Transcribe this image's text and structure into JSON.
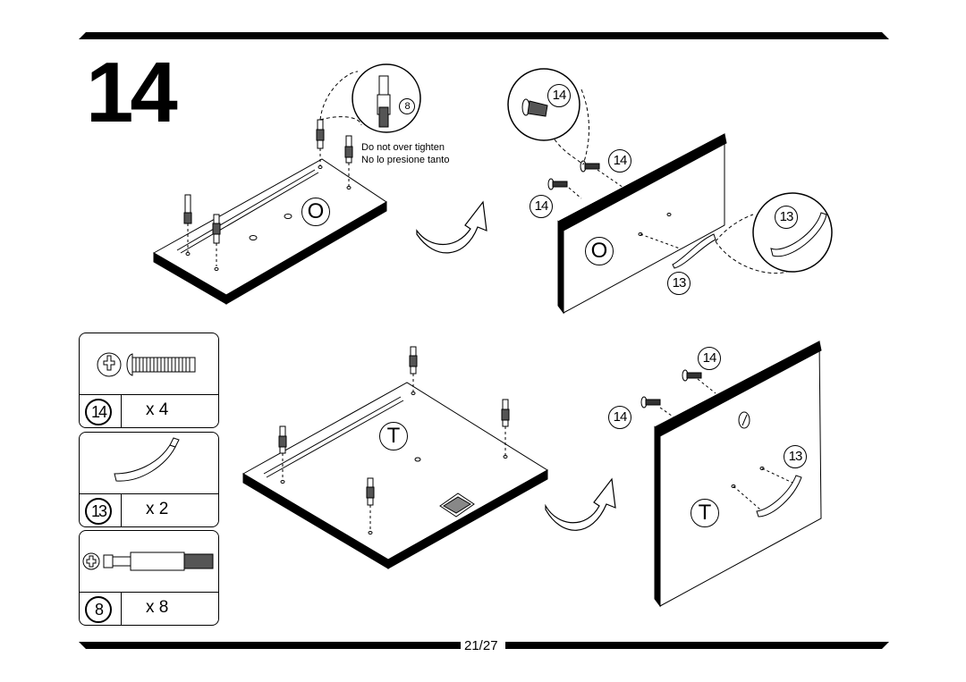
{
  "step": {
    "number": "14"
  },
  "note": {
    "line1": "Do not over tighten",
    "line2": "No lo presione tanto"
  },
  "footer": {
    "page": "21/27"
  },
  "panel_labels": {
    "o": "O",
    "t": "T"
  },
  "callouts": {
    "c14": "14",
    "c13": "13",
    "c8": "8"
  },
  "parts": [
    {
      "id": "14",
      "qty": "x 4",
      "icon": "screw-icon"
    },
    {
      "id": "13",
      "qty": "x 2",
      "icon": "handle-icon"
    },
    {
      "id": "8",
      "qty": "x 8",
      "icon": "cam-bolt-icon"
    }
  ]
}
